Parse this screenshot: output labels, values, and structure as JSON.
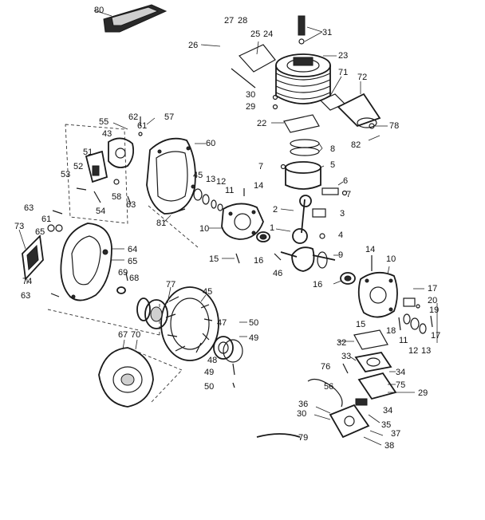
{
  "callouts": [
    {
      "id": "c80",
      "text": "80"
    },
    {
      "id": "c27",
      "text": "27"
    },
    {
      "id": "c28",
      "text": "28"
    },
    {
      "id": "c25",
      "text": "25"
    },
    {
      "id": "c24",
      "text": "24"
    },
    {
      "id": "c26",
      "text": "26"
    },
    {
      "id": "c31",
      "text": "31"
    },
    {
      "id": "c23",
      "text": "23"
    },
    {
      "id": "c71",
      "text": "71"
    },
    {
      "id": "c72",
      "text": "72"
    },
    {
      "id": "c30a",
      "text": "30"
    },
    {
      "id": "c29a",
      "text": "29"
    },
    {
      "id": "c22",
      "text": "22"
    },
    {
      "id": "c78",
      "text": "78"
    },
    {
      "id": "c82",
      "text": "82"
    },
    {
      "id": "c55",
      "text": "55"
    },
    {
      "id": "c62",
      "text": "62"
    },
    {
      "id": "c57",
      "text": "57"
    },
    {
      "id": "c61a",
      "text": "61"
    },
    {
      "id": "c43",
      "text": "43"
    },
    {
      "id": "c60",
      "text": "60"
    },
    {
      "id": "c8",
      "text": "8"
    },
    {
      "id": "c7a",
      "text": "7"
    },
    {
      "id": "c5",
      "text": "5"
    },
    {
      "id": "c51",
      "text": "51"
    },
    {
      "id": "c52",
      "text": "52"
    },
    {
      "id": "c53",
      "text": "53"
    },
    {
      "id": "c45a",
      "text": "45"
    },
    {
      "id": "c13a",
      "text": "13"
    },
    {
      "id": "c12a",
      "text": "12"
    },
    {
      "id": "c11a",
      "text": "11"
    },
    {
      "id": "c14a",
      "text": "14"
    },
    {
      "id": "c6",
      "text": "6"
    },
    {
      "id": "c7b",
      "text": "7"
    },
    {
      "id": "c58",
      "text": "58"
    },
    {
      "id": "c63a",
      "text": "63"
    },
    {
      "id": "c54",
      "text": "54"
    },
    {
      "id": "c2",
      "text": "2"
    },
    {
      "id": "c3",
      "text": "3"
    },
    {
      "id": "c63b",
      "text": "63"
    },
    {
      "id": "c61b",
      "text": "61"
    },
    {
      "id": "c81",
      "text": "81"
    },
    {
      "id": "c1",
      "text": "1"
    },
    {
      "id": "c4",
      "text": "4"
    },
    {
      "id": "c73",
      "text": "73"
    },
    {
      "id": "c10a",
      "text": "10"
    },
    {
      "id": "c65a",
      "text": "65"
    },
    {
      "id": "c64",
      "text": "64"
    },
    {
      "id": "c15a",
      "text": "15"
    },
    {
      "id": "c16a",
      "text": "16"
    },
    {
      "id": "c9",
      "text": "9"
    },
    {
      "id": "c14b",
      "text": "14"
    },
    {
      "id": "c10b",
      "text": "10"
    },
    {
      "id": "c65b",
      "text": "65"
    },
    {
      "id": "c46",
      "text": "46"
    },
    {
      "id": "c74",
      "text": "74"
    },
    {
      "id": "c69",
      "text": "69"
    },
    {
      "id": "c68",
      "text": "68"
    },
    {
      "id": "c63c",
      "text": "63"
    },
    {
      "id": "c77",
      "text": "77"
    },
    {
      "id": "c45b",
      "text": "45"
    },
    {
      "id": "c16b",
      "text": "16"
    },
    {
      "id": "c17a",
      "text": "17"
    },
    {
      "id": "c20",
      "text": "20"
    },
    {
      "id": "c19",
      "text": "19"
    },
    {
      "id": "c17b",
      "text": "17"
    },
    {
      "id": "c47",
      "text": "47"
    },
    {
      "id": "c50a",
      "text": "50"
    },
    {
      "id": "c15b",
      "text": "15"
    },
    {
      "id": "c18",
      "text": "18"
    },
    {
      "id": "c11b",
      "text": "11"
    },
    {
      "id": "c12b",
      "text": "12"
    },
    {
      "id": "c13b",
      "text": "13"
    },
    {
      "id": "c67",
      "text": "67"
    },
    {
      "id": "c70",
      "text": "70"
    },
    {
      "id": "c49a",
      "text": "49"
    },
    {
      "id": "c32",
      "text": "32"
    },
    {
      "id": "c48",
      "text": "48"
    },
    {
      "id": "c33",
      "text": "33"
    },
    {
      "id": "c49b",
      "text": "49"
    },
    {
      "id": "c76",
      "text": "76"
    },
    {
      "id": "c34a",
      "text": "34"
    },
    {
      "id": "c50b",
      "text": "50"
    },
    {
      "id": "c56",
      "text": "56"
    },
    {
      "id": "c75",
      "text": "75"
    },
    {
      "id": "c29b",
      "text": "29"
    },
    {
      "id": "c36",
      "text": "36"
    },
    {
      "id": "c30b",
      "text": "30"
    },
    {
      "id": "c34b",
      "text": "34"
    },
    {
      "id": "c35",
      "text": "35"
    },
    {
      "id": "c37",
      "text": "37"
    },
    {
      "id": "c79",
      "text": "79"
    },
    {
      "id": "c38",
      "text": "38"
    }
  ]
}
